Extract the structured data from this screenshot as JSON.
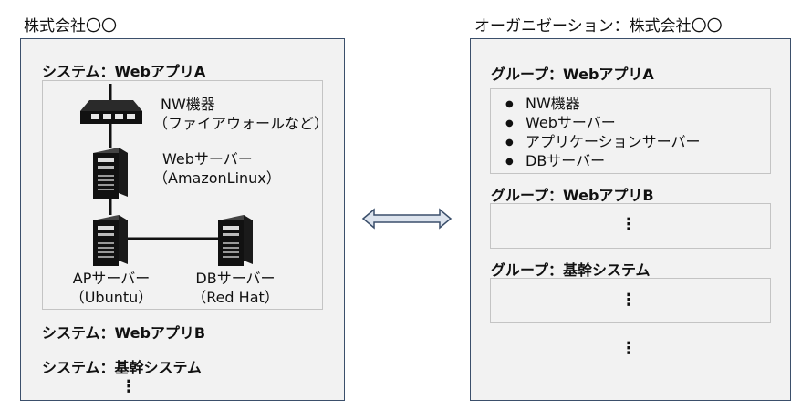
{
  "left": {
    "title": "株式会社〇〇",
    "system1": {
      "heading": "システム：WebアプリA",
      "nw_label": "NW機器",
      "nw_sub": "（ファイアウォールなど）",
      "web_label": "Webサーバー",
      "web_sub": "（AmazonLinux）",
      "ap_label": "APサーバー",
      "ap_sub": "（Ubuntu）",
      "db_label": "DBサーバー",
      "db_sub": "（Red Hat）"
    },
    "system2": {
      "heading": "システム：WebアプリB"
    },
    "system3": {
      "heading": "システム：基幹システム"
    },
    "more": "⋮"
  },
  "right": {
    "title": "オーガニゼーション：株式会社〇〇",
    "group1": {
      "heading": "グループ：WebアプリA",
      "items": [
        "NW機器",
        "Webサーバー",
        "アプリケーションサーバー",
        "DBサーバー"
      ]
    },
    "group2": {
      "heading": "グループ：WebアプリB",
      "more": "⋮"
    },
    "group3": {
      "heading": "グループ：基幹システム",
      "more": "⋮"
    },
    "more": "⋮"
  },
  "colors": {
    "panel_border": "#3b4f6b",
    "panel_fill": "#f2f2f2",
    "arrow_fill": "#dde4ee"
  },
  "icons": [
    "router-icon",
    "server-icon",
    "double-arrow-icon"
  ]
}
